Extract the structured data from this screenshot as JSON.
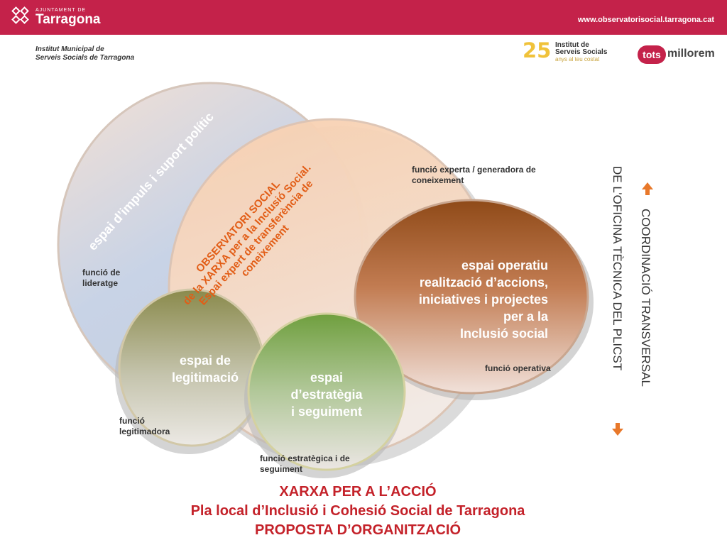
{
  "header": {
    "logo_small": "AJUNTAMENT DE",
    "logo_big": "Tarragona",
    "website": "www.observatorisocial.tarragona.cat"
  },
  "institution": {
    "line1": "Institut Municipal de",
    "line2": "Serveis Socials de Tarragona"
  },
  "partner_logo": {
    "number": "25",
    "line1": "Institut de",
    "line2": "Serveis Socials",
    "tagline": "anys al teu costat"
  },
  "campaign_logo": {
    "pill": "tots",
    "word": "millorem"
  },
  "spaces": {
    "impuls": "espai d’impuls i suport polític",
    "observatori": {
      "line1": "OBSERVATORI SOCIAL",
      "line2": "de la XARXA per a  la Inclusió Social.",
      "line3": "Espai expert de transferència de",
      "line4": "coneixement"
    },
    "operatiu": {
      "line1": "espai operatiu",
      "line2": "realització d’accions,",
      "line3": "iniciatives i projectes",
      "line4": "per a la",
      "line5": "Inclusió social"
    },
    "legitimacio": {
      "line1": "espai de",
      "line2": "legitimació"
    },
    "estrategia": {
      "line1": "espai",
      "line2": "d’estratègia",
      "line3": "i seguiment"
    }
  },
  "functions": {
    "experta": {
      "line1": "funció experta / generadora de",
      "line2": "coneixement"
    },
    "lideratge": {
      "line1": "funció de",
      "line2": "lideratge"
    },
    "operativa": "funció operativa",
    "legitimadora": {
      "line1": "funció",
      "line2": "legitimadora"
    },
    "estrategica": {
      "line1": "funció estratègica i de",
      "line2": "seguiment"
    }
  },
  "side": {
    "line1": "COORDINACIÓ TRANSVERSAL",
    "line2": "DE L’OFICINA TÈCNICA DEL PLICST"
  },
  "footer": {
    "line1": "XARXA PER A L’ACCIÓ",
    "line2": "Pla local d’Inclusió i Cohesió Social de Tarragona",
    "line3": "PROPOSTA D’ORGANITZACIÓ"
  },
  "colors": {
    "brand": "#c4224a",
    "title": "#c4222a",
    "accent_orange": "#e8782a"
  }
}
